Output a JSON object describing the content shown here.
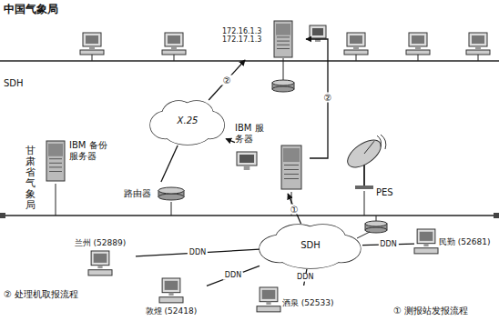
{
  "diagram": {
    "nodes": [
      {
        "text": [
          "172.16.1.3 172.17.1.3"
        ]
      },
      {
        "text": [
          "X.25"
        ]
      },
      {
        "text": [
          "IBM 备份 服务器"
        ]
      },
      {
        "text": [
          "IBM 服务器"
        ]
      },
      {
        "text": [
          "路由器"
        ]
      },
      {
        "text": [
          "PES"
        ]
      },
      {
        "text": [
          "SDH"
        ]
      },
      {
        "text": [
          "兰州 (52889)"
        ]
      },
      {
        "text": [
          "敦煌 (52418)"
        ]
      },
      {
        "text": [
          "酒泉 (52533)"
        ]
      },
      {
        "text": [
          "民勤 (52681)"
        ]
      }
    ],
    "edges": [
      {
        "from": 1,
        "to": 0,
        "arrow": "to",
        "label": "②"
      },
      {
        "from": 3,
        "to": 1,
        "arrow": "to"
      },
      {
        "from": 3,
        "to": 0,
        "arrow": "to",
        "label": "②"
      },
      {
        "from": 6,
        "to": 3,
        "arrow": "to",
        "label": "①"
      },
      {
        "from": 4,
        "to": 1,
        "arrow": "none"
      },
      {
        "from": 7,
        "to": 6,
        "arrow": "none",
        "label": "DDN"
      },
      {
        "from": 8,
        "to": 6,
        "arrow": "none",
        "label": "DDN"
      },
      {
        "from": 9,
        "to": 6,
        "arrow": "none",
        "label": "DDN"
      },
      {
        "from": 10,
        "to": 6,
        "arrow": "none",
        "label": "DDN"
      }
    ],
    "labels": [
      "中国气象局",
      "SDH",
      "甘肃省气象局",
      "② 处理机取报流程",
      "① 测报站发报流程"
    ]
  }
}
